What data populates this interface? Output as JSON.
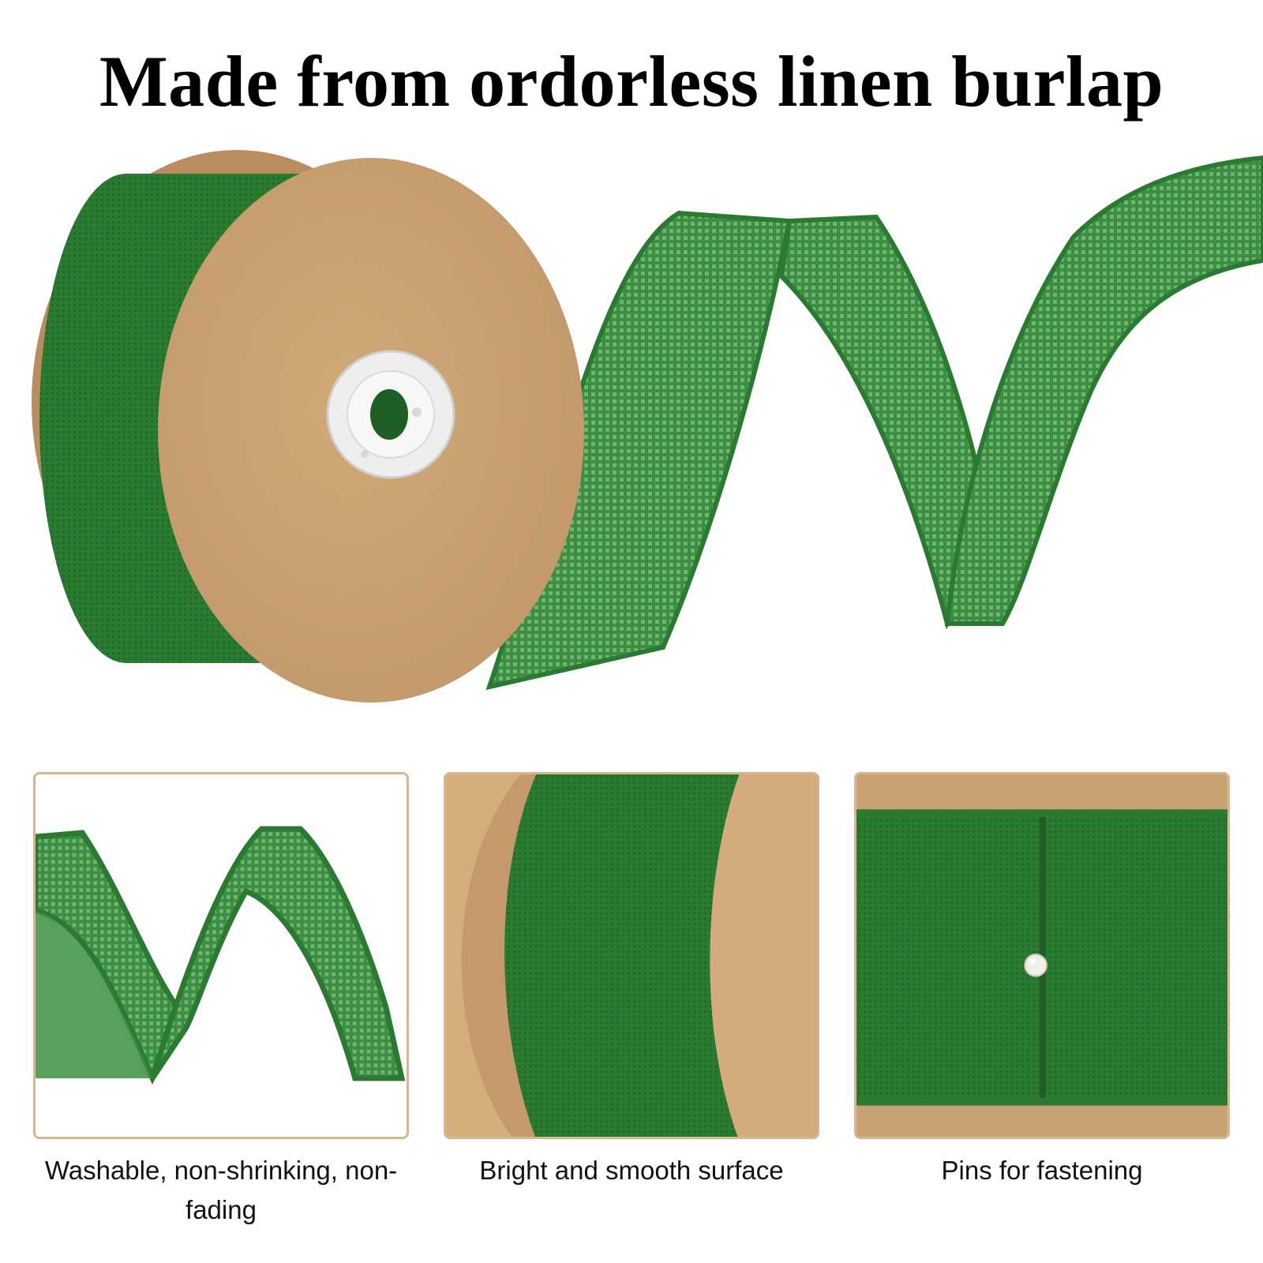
{
  "headline": "Made from ordorless linen burlap",
  "colors": {
    "ribbon_green": "#2f7f35",
    "ribbon_dark": "#236b2a",
    "kraft": "#c9a173",
    "panel_border": "#d9b48c"
  },
  "panels": [
    {
      "caption": "Washable, non-shrinking, non-fading"
    },
    {
      "caption": "Bright and smooth surface"
    },
    {
      "caption": "Pins for fastening"
    }
  ]
}
